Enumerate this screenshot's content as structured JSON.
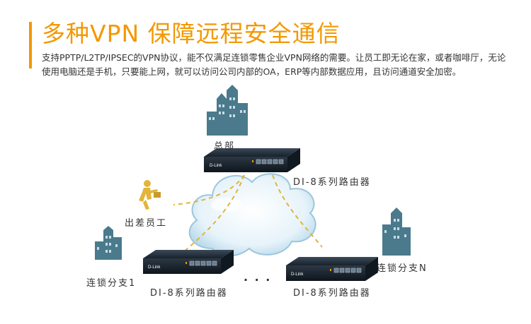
{
  "header": {
    "title": "多种VPN 保障远程安全通信",
    "description": "支持PPTP/L2TP/IPSEC的VPN协议，能不仅满足连锁零售企业VPN网络的需要。让员工即无论在家，或者咖啡厅，无论使用电脑还是手机，只要能上网，就可以访问公司内部的OA，ERP等内部数据应用，且访问通道安全加密。"
  },
  "diagram": {
    "headquarters_label": "总部",
    "hq_router_label": "DI-8系列路由器",
    "traveler_label": "出差员工",
    "branch1_label": "连锁分支1",
    "branch1_router_label": "DI-8系列路由器",
    "branchN_label": "连锁分支N",
    "branchN_router_label": "DI-8系列路由器",
    "ellipsis": "· · ·",
    "brand_text": "D-Link",
    "colors": {
      "accent": "#f39800",
      "building": "#4a7a8c",
      "cloud": "#d7ecf5",
      "router": "#1f2a36",
      "tunnel": "#e3b43a"
    }
  }
}
